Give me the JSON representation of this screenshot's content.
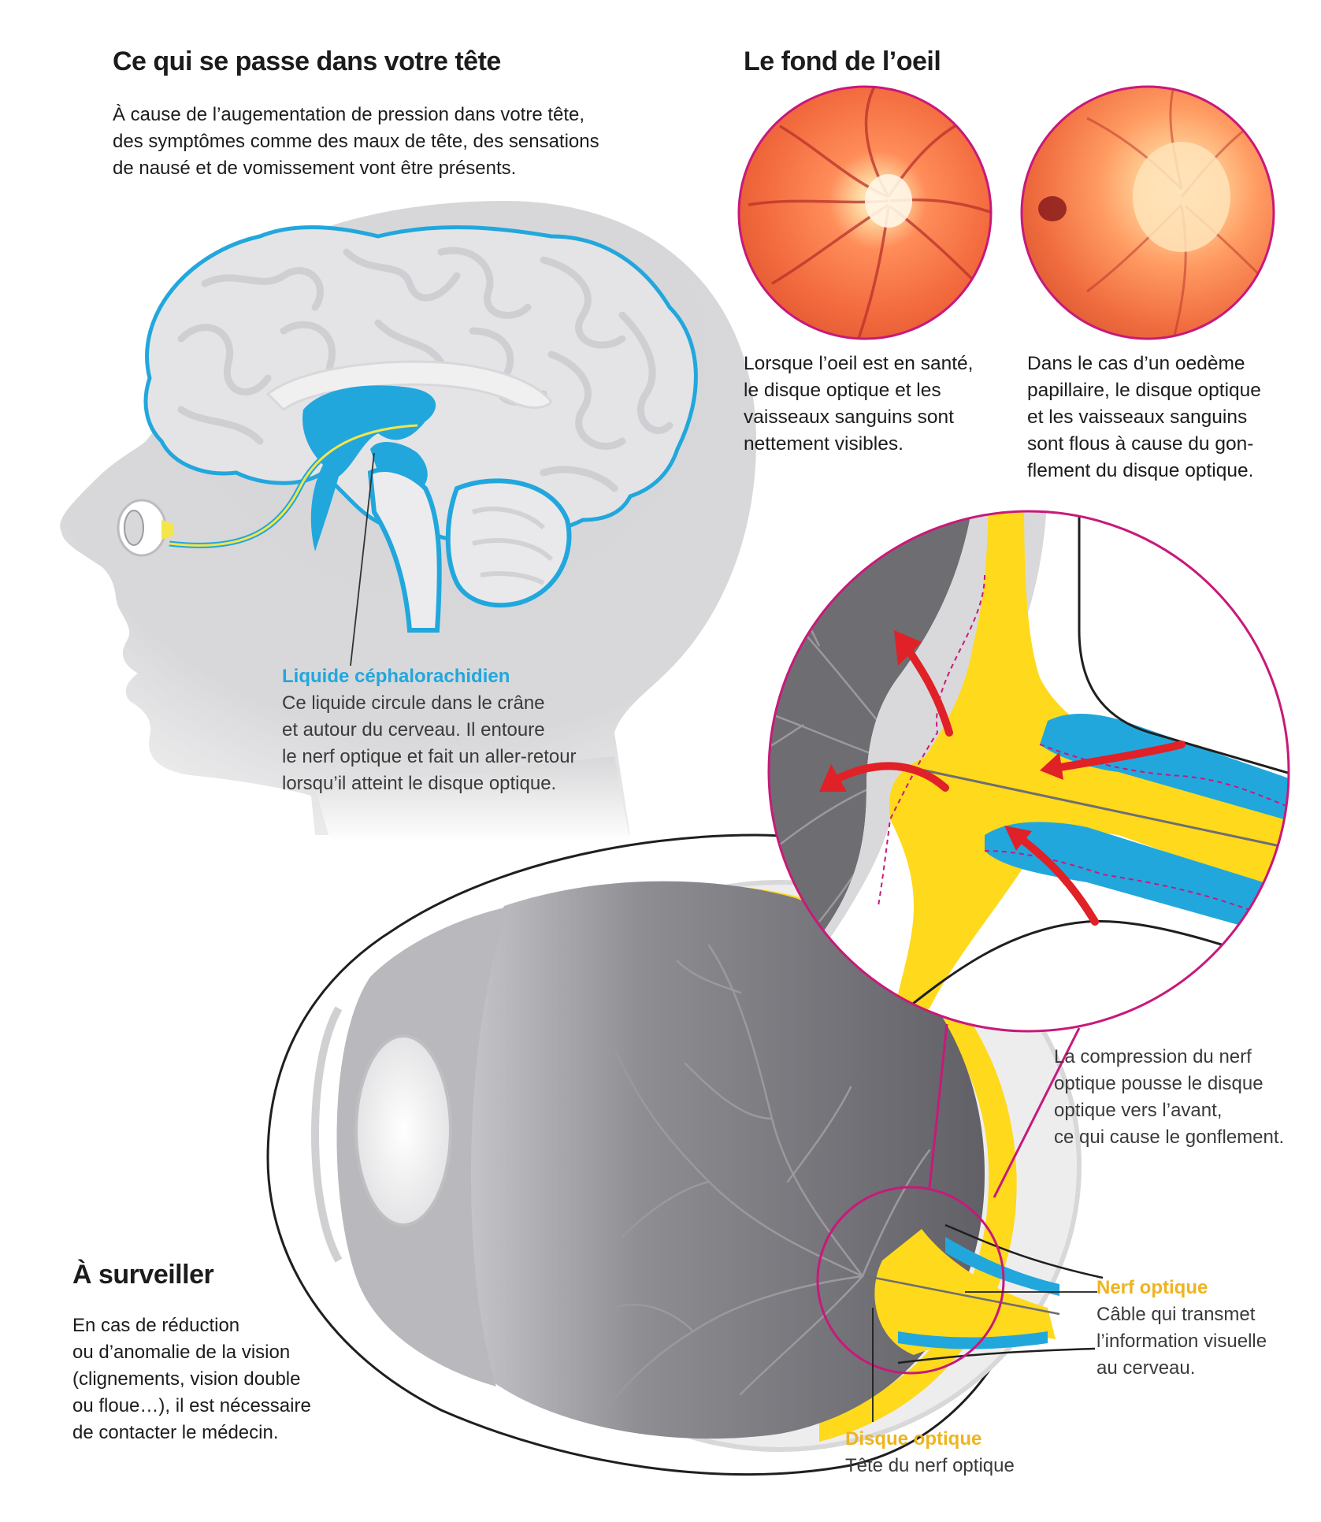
{
  "head_section": {
    "title": "Ce qui se passe dans votre tête",
    "intro_lines": [
      "À cause de l’augementation de pression dans votre tête,",
      "des symptômes comme des maux de tête, des sensations",
      "de nausé et de vomissement vont être présents."
    ],
    "csf_title": "Liquide céphalorachidien",
    "csf_lines": [
      "Ce liquide circule dans le crâne",
      "et autour du cerveau. Il entoure",
      "le nerf optique et fait un aller-retour",
      "lorsqu’il atteint le disque optique."
    ]
  },
  "fundus_section": {
    "title": "Le fond de l’oeil",
    "healthy_caption_lines": [
      "Lorsque l’oeil est en santé,",
      "le disque optique et les",
      "vaisseaux sanguins sont",
      "nettement visibles."
    ],
    "edema_caption_lines": [
      "Dans le cas d’un oedème",
      "papillaire, le disque optique",
      "et les vaisseaux sanguins",
      "sont flous à cause du gon-",
      "flement du disque optique."
    ]
  },
  "compression_note_lines": [
    "La compression du nerf",
    "optique pousse le disque",
    "optique vers l’avant,",
    "ce qui cause le gonflement."
  ],
  "watch_section": {
    "title": "À surveiller",
    "lines": [
      "En cas de réduction",
      "ou d’anomalie de la vision",
      "(clignements, vision double",
      "ou floue…), il est nécessaire",
      "de contacter le médecin."
    ]
  },
  "optic_nerve": {
    "title": "Nerf optique",
    "lines": [
      "Câble qui transmet",
      "l’information visuelle",
      "au cerveau."
    ]
  },
  "optic_disc": {
    "title": "Disque optique",
    "lines": [
      "Tête du nerf optique"
    ]
  },
  "colors": {
    "csf_blue": "#22a7dd",
    "nerf_yellow": "#ffd91c",
    "arrow_red": "#e02127",
    "magnifier_magenta": "#c8197a",
    "eye_gray": "#6e6e72",
    "head_gray": "#d5d5d7"
  },
  "icons": {
    "head": "head-silhouette-icon",
    "brain": "brain-icon",
    "eye": "eye-cross-section-icon",
    "fundus_healthy": "retina-healthy-icon",
    "fundus_edema": "retina-edema-icon"
  }
}
